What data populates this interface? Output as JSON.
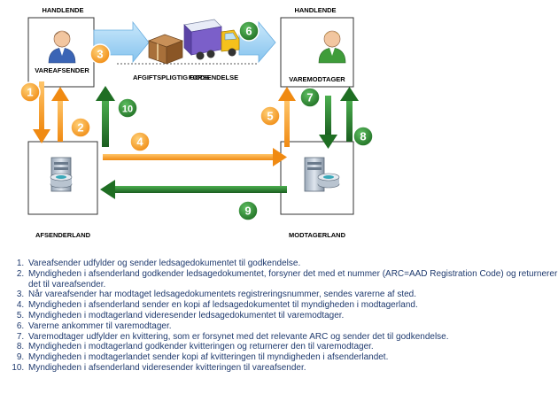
{
  "labels": {
    "trader_left": "HANDLENDE",
    "trader_right": "HANDLENDE",
    "sender": "VAREAFSENDER",
    "receiver": "VAREMODTAGER",
    "goods": "AFGIFTSPLIGTIG GODS",
    "shipment": "FORSENDELSE",
    "country_left": "AFSENDERLAND",
    "country_right": "MODTAGERLAND"
  },
  "badges": [
    "1",
    "2",
    "3",
    "4",
    "5",
    "6",
    "7",
    "8",
    "9",
    "10"
  ],
  "colors": {
    "orange": "#f7941d",
    "green": "#2e7d32",
    "blue_arrow": "#9fd3f5",
    "person_blue": "#3a64b5",
    "person_green": "#3f9c3a"
  },
  "icons": [
    "person-icon",
    "server-icon",
    "parcel-icon",
    "truck-icon"
  ],
  "steps": [
    "Vareafsender udfylder og sender ledsagedokumentet til godkendelse.",
    "Myndigheden i afsenderland godkender ledsagedokumentet, forsyner det med et nummer (ARC=AAD Registration Code) og returnerer det til vareafsender.",
    "Når vareafsender har modtaget ledsagedokumentets registreringsnummer, sendes varerne af sted.",
    "Myndigheden i afsenderland sender en kopi af ledsagedokumentet til myndigheden i modtagerland.",
    "Myndigheden i modtagerland videresender ledsagedokumentet til varemodtager.",
    "Varerne ankommer til varemodtager.",
    "Varemodtager udfylder en kvittering, som er forsynet med det relevante ARC og sender det til godkendelse.",
    "Myndigheden i modtagerland godkender kvitteringen og returnerer den til varemodtager.",
    "Myndigheden i modtagerlandet sender kopi af kvitteringen til myndigheden i afsenderlandet.",
    "Myndigheden i afsenderland videresender kvitteringen til vareafsender."
  ]
}
